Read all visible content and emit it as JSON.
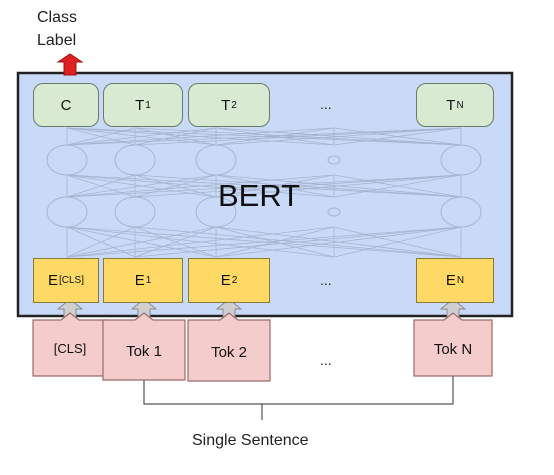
{
  "class_label": {
    "line1": "Class",
    "line2": "Label"
  },
  "model_name": "BERT",
  "outputs": [
    {
      "main": "C",
      "sub": ""
    },
    {
      "main": "T",
      "sub": "1"
    },
    {
      "main": "T",
      "sub": "2"
    },
    {
      "main": "T",
      "sub": "N"
    }
  ],
  "embeddings": [
    {
      "main": "E",
      "sub": "[CLS]"
    },
    {
      "main": "E",
      "sub": "1"
    },
    {
      "main": "E",
      "sub": "2"
    },
    {
      "main": "E",
      "sub": "N"
    }
  ],
  "tokens": [
    "[CLS]",
    "Tok 1",
    "Tok 2",
    "Tok N"
  ],
  "ellipsis": "...",
  "input_label": "Single Sentence",
  "colors": {
    "bert_background": "#c9daf8",
    "output_box": "#d9ead3",
    "embedding_box": "#ffd966",
    "token_box": "#f4cccc",
    "class_arrow": "#e02020"
  }
}
